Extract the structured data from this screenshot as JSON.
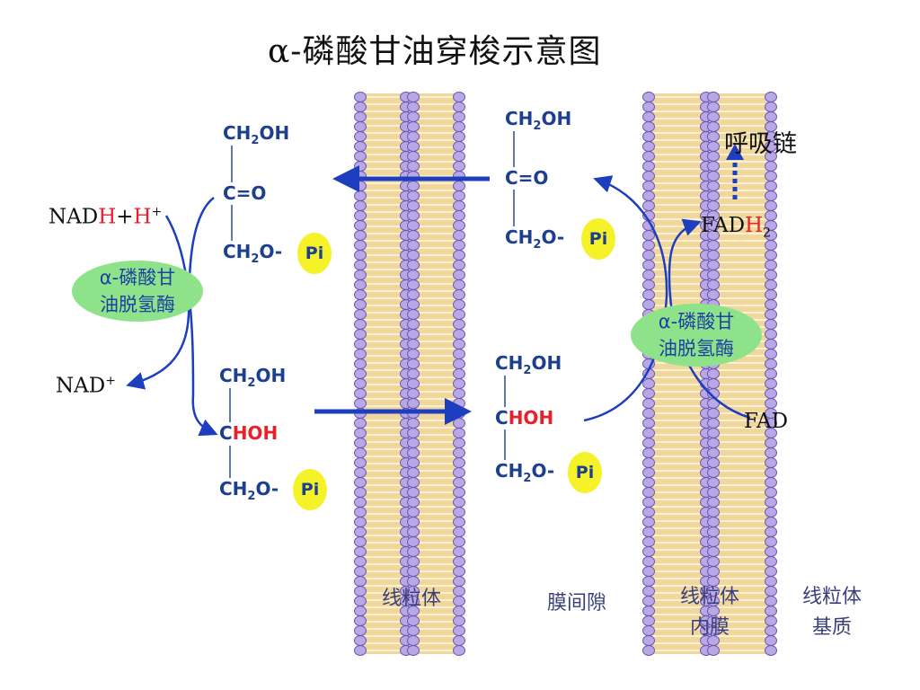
{
  "title": "α-磷酸甘油穿梭示意图",
  "colors": {
    "membrane_head": "#b9a8e6",
    "membrane_head_stroke": "#6a55b3",
    "lipid_tail": "#f1d79a",
    "arrow_blue": "#1d3fbf",
    "enzyme_fill": "#8ee38a",
    "pi_fill": "#f5f22a",
    "highlight_red": "#e8202a"
  },
  "molecules": {
    "dhap_left": {
      "row1_a": "CH",
      "row1_sub": "2",
      "row1_b": "OH",
      "row2": "C=O",
      "row3_a": "CH",
      "row3_sub": "2",
      "row3_b": "O-",
      "pi": "Pi"
    },
    "g3p_left": {
      "row1_a": "CH",
      "row1_sub": "2",
      "row1_b": "OH",
      "row2_a": "C",
      "row2_red": "HO",
      "row2_b": "H",
      "row3_a": "CH",
      "row3_sub": "2",
      "row3_b": "O-",
      "pi": "Pi"
    },
    "dhap_right": {
      "row1_a": "CH",
      "row1_sub": "2",
      "row1_b": "OH",
      "row2": "C=O",
      "row3_a": "CH",
      "row3_sub": "2",
      "row3_b": "O-",
      "pi": "Pi"
    },
    "g3p_right": {
      "row1_a": "CH",
      "row1_sub": "2",
      "row1_b": "OH",
      "row2_a": "C",
      "row2_red": "HO",
      "row2_b": "H",
      "row3_a": "CH",
      "row3_sub": "2",
      "row3_b": "O-",
      "pi": "Pi"
    }
  },
  "cofactors": {
    "nadh_a": "NAD",
    "nadh_b": "H",
    "nadh_c": "+",
    "nadh_d": "H",
    "nadh_sup": "+",
    "nad_a": "NAD",
    "nad_sup": "+",
    "fadh2_a": "FAD",
    "fadh2_b": "H",
    "fadh2_sub": "2",
    "fad": "FAD"
  },
  "enzymes": {
    "left_line1": "α-磷酸甘",
    "left_line2": "油脱氢酶",
    "right_line1": "α-磷酸甘",
    "right_line2": "油脱氢酶"
  },
  "respiratory_chain": "呼吸链",
  "region_labels": {
    "outer_membrane": "线粒体",
    "intermembrane_space": "膜间隙",
    "inner_membrane_line1": "线粒体",
    "inner_membrane_line2": "内膜",
    "matrix_line1": "线粒体",
    "matrix_line2": "基质"
  }
}
